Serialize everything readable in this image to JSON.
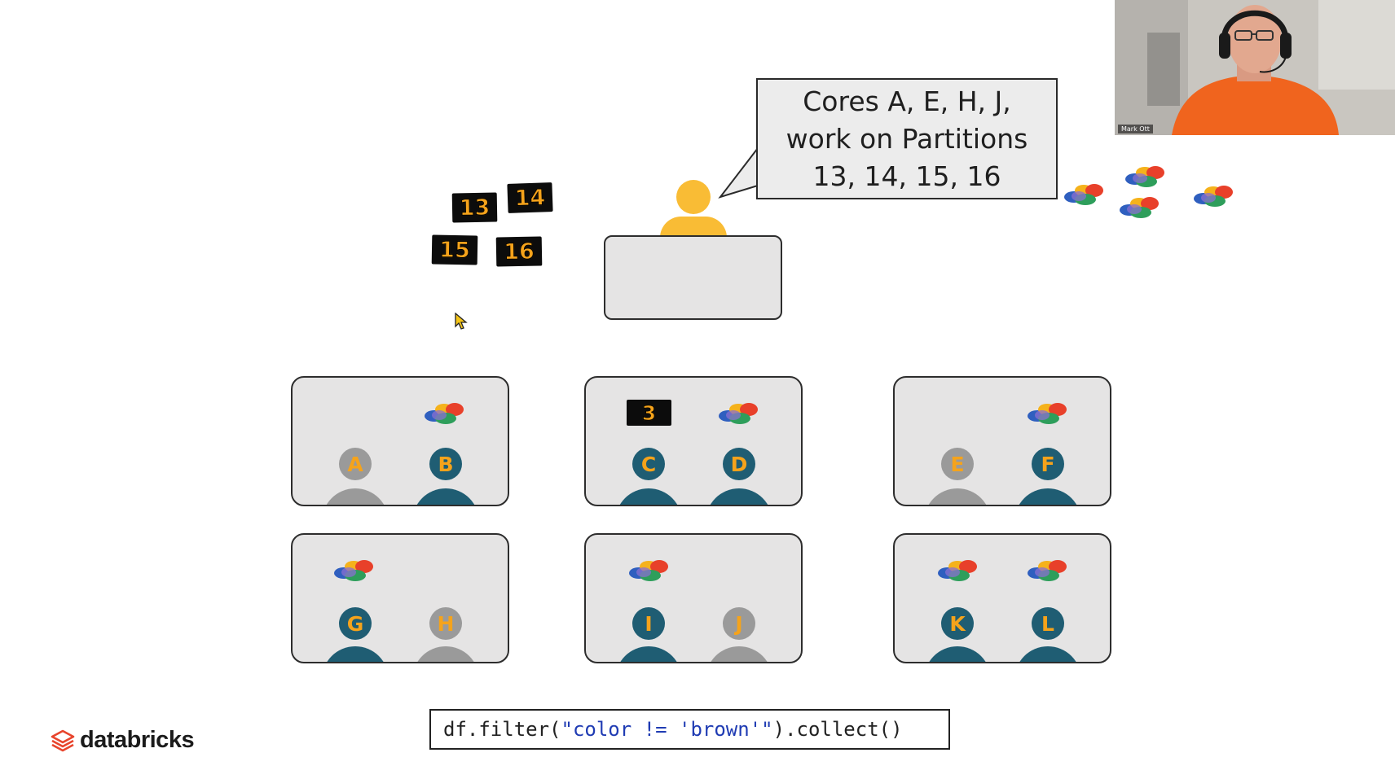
{
  "bubble": {
    "lines": [
      "Cores A, E, H, J,",
      "work on Partitions",
      "13, 14, 15, 16"
    ]
  },
  "partitions": {
    "p13": "13",
    "p14": "14",
    "p15": "15",
    "p16": "16",
    "p3": "3"
  },
  "cores": {
    "A": "A",
    "B": "B",
    "C": "C",
    "D": "D",
    "E": "E",
    "F": "F",
    "G": "G",
    "H": "H",
    "I": "I",
    "J": "J",
    "K": "K",
    "L": "L"
  },
  "core_status": {
    "A": "idle",
    "B": "busy",
    "C": "busy",
    "D": "busy",
    "E": "idle",
    "F": "busy",
    "G": "busy",
    "H": "idle",
    "I": "busy",
    "J": "idle",
    "K": "busy",
    "L": "busy"
  },
  "code": {
    "prefix": "df.filter(",
    "string": "\"color != 'brown'\"",
    "suffix": ").collect()"
  },
  "logo": {
    "text": "databricks"
  },
  "webcam": {
    "name": "Mark Ott"
  },
  "colors": {
    "accent_orange": "#f5a31b",
    "busy_core": "#1f5d73",
    "idle_core": "#9a9a9a",
    "driver": "#f9bc35",
    "executor_bg": "#e5e4e4",
    "brand_red": "#e8442c"
  }
}
